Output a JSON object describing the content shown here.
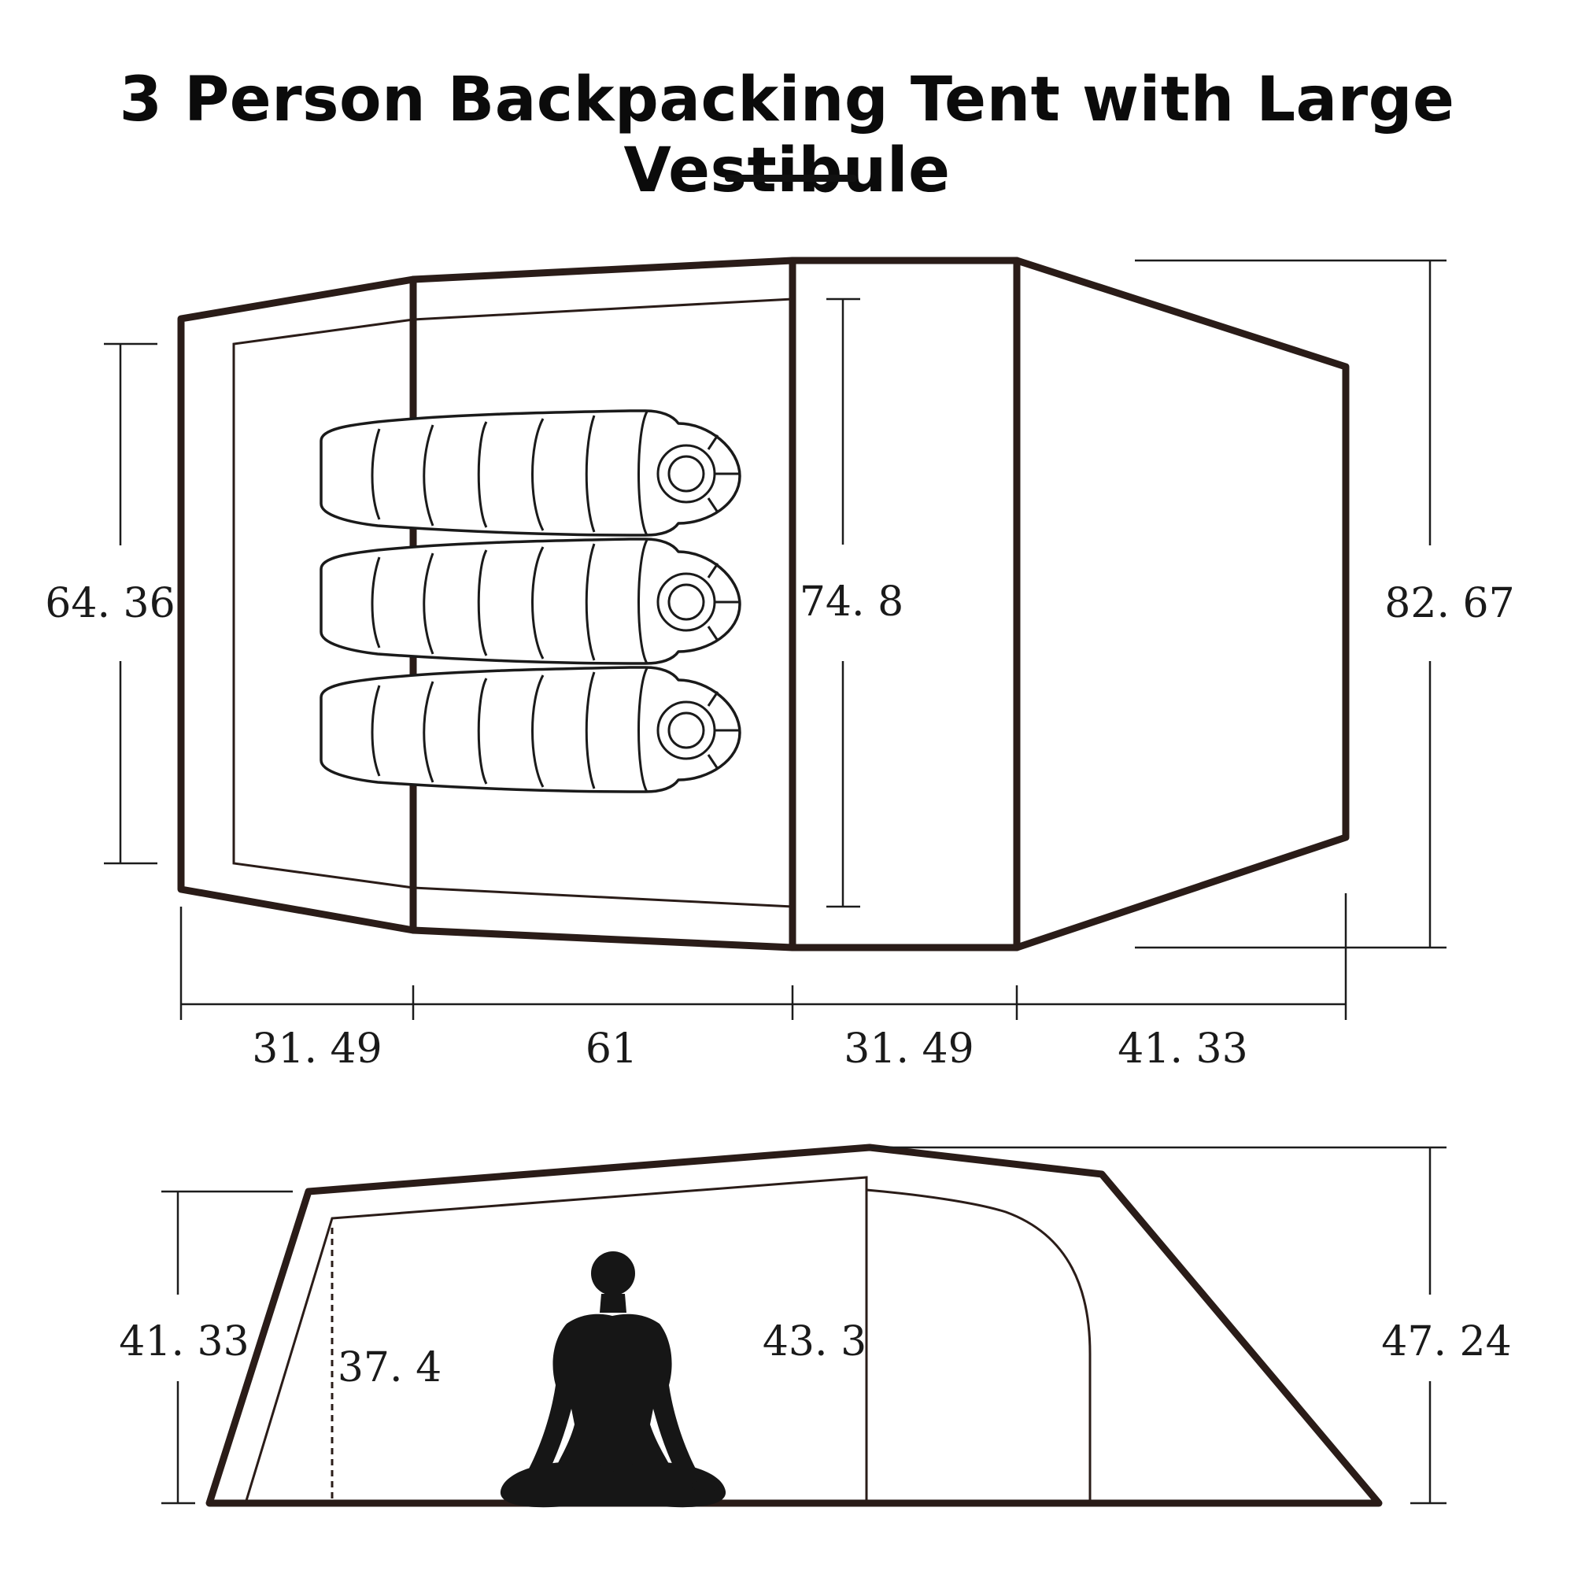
{
  "title": "3 Person Backpacking Tent with Large Vestibule",
  "colors": {
    "outline": "#2a1c18",
    "text": "#1a1a1a",
    "background": "#ffffff"
  },
  "top_view": {
    "width_inner": "64. 36",
    "width_inner_mid": "74. 8",
    "width_total": "82. 67",
    "lengths": [
      "31. 49",
      "61",
      "31. 49",
      "41. 33"
    ]
  },
  "side_view": {
    "height_front": "41. 33",
    "height_inner_front": "37. 4",
    "height_peak_inner": "43. 3",
    "height_peak": "47. 24"
  },
  "icons": {
    "sleeping_bag": "sleeping-bag-icon",
    "person": "meditating-person-icon"
  }
}
